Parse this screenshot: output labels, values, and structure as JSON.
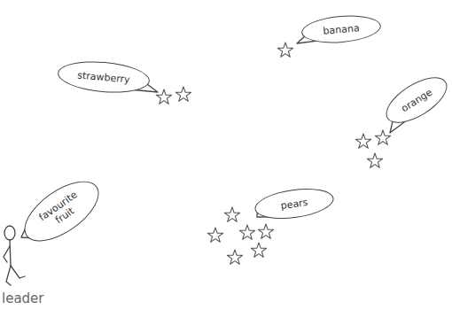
{
  "diagram": {
    "nodes": [
      {
        "text": [
          "banana"
        ]
      },
      {
        "text": [
          "strawberry"
        ]
      },
      {
        "text": [
          "orange"
        ]
      },
      {
        "text": [
          "pears"
        ]
      },
      {
        "text": [
          "favourite fruit"
        ]
      }
    ],
    "labels": [
      "leader"
    ]
  }
}
